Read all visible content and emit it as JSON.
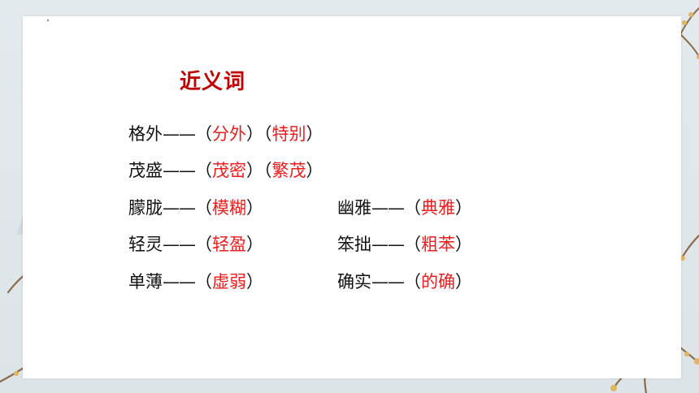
{
  "title": "近义词",
  "dash": "——",
  "entries": [
    {
      "word": "格外",
      "answers": [
        "分外",
        "特别"
      ]
    },
    {
      "word": "茂盛",
      "answers": [
        "茂密",
        "繁茂"
      ]
    },
    {
      "word": "朦胧",
      "answers": [
        "模糊"
      ]
    },
    {
      "word": "幽雅",
      "answers": [
        "典雅"
      ]
    },
    {
      "word": "轻灵",
      "answers": [
        "轻盈"
      ]
    },
    {
      "word": "笨拙",
      "answers": [
        "粗苯"
      ]
    },
    {
      "word": "单薄",
      "answers": [
        "虚弱"
      ]
    },
    {
      "word": "确实",
      "answers": [
        "的确"
      ]
    }
  ],
  "colors": {
    "title": "#c00000",
    "answer": "#ee1c1c",
    "text": "#111111"
  },
  "decorations": [
    "plum-blossom-branch-left",
    "plum-blossom-branch-right",
    "plum-blossom-branch-top-right"
  ]
}
